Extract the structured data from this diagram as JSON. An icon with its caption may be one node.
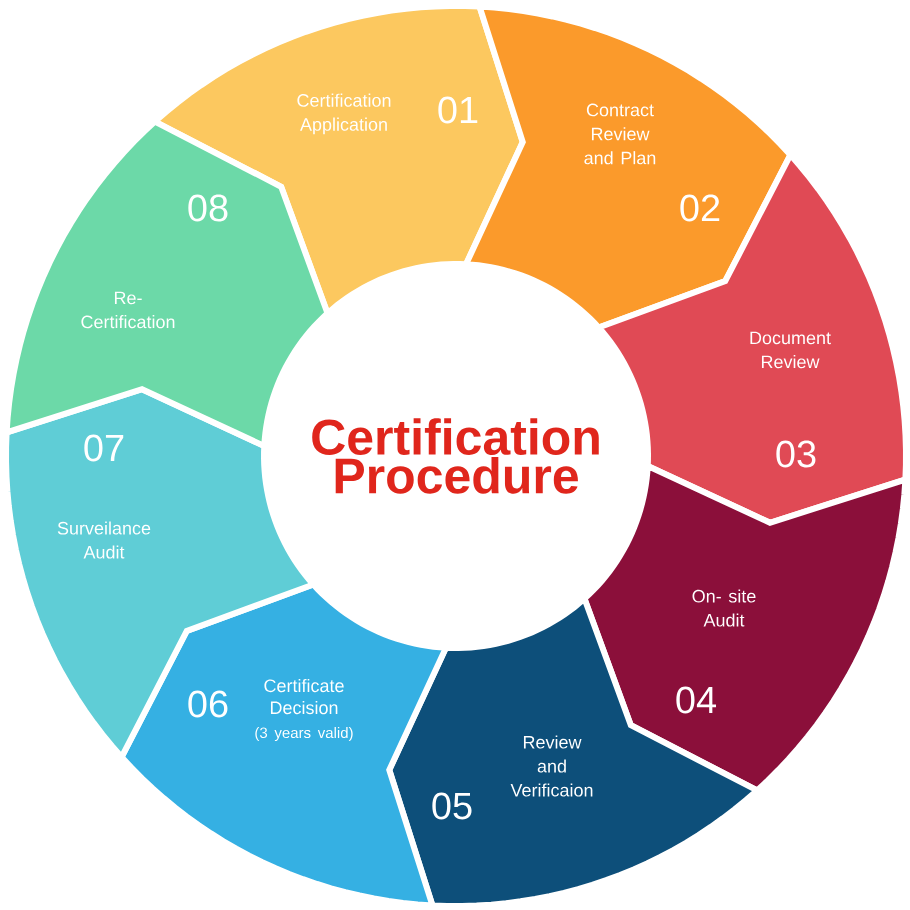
{
  "diagram": {
    "title": "Certification Procedure",
    "nodes": [
      {
        "text": [
          "Certification Application",
          "01"
        ]
      },
      {
        "text": [
          "Contract Review and Plan",
          "02"
        ]
      },
      {
        "text": [
          "Document Review",
          "03"
        ]
      },
      {
        "text": [
          "On- site Audit",
          "04"
        ]
      },
      {
        "text": [
          "05",
          "Review and Verificaion"
        ]
      },
      {
        "text": [
          "06",
          "Certificate Decision",
          "(3 years valid)"
        ]
      },
      {
        "text": [
          "07",
          "Surveilance Audit"
        ]
      },
      {
        "text": [
          "08",
          "Re-Certification"
        ]
      }
    ]
  }
}
